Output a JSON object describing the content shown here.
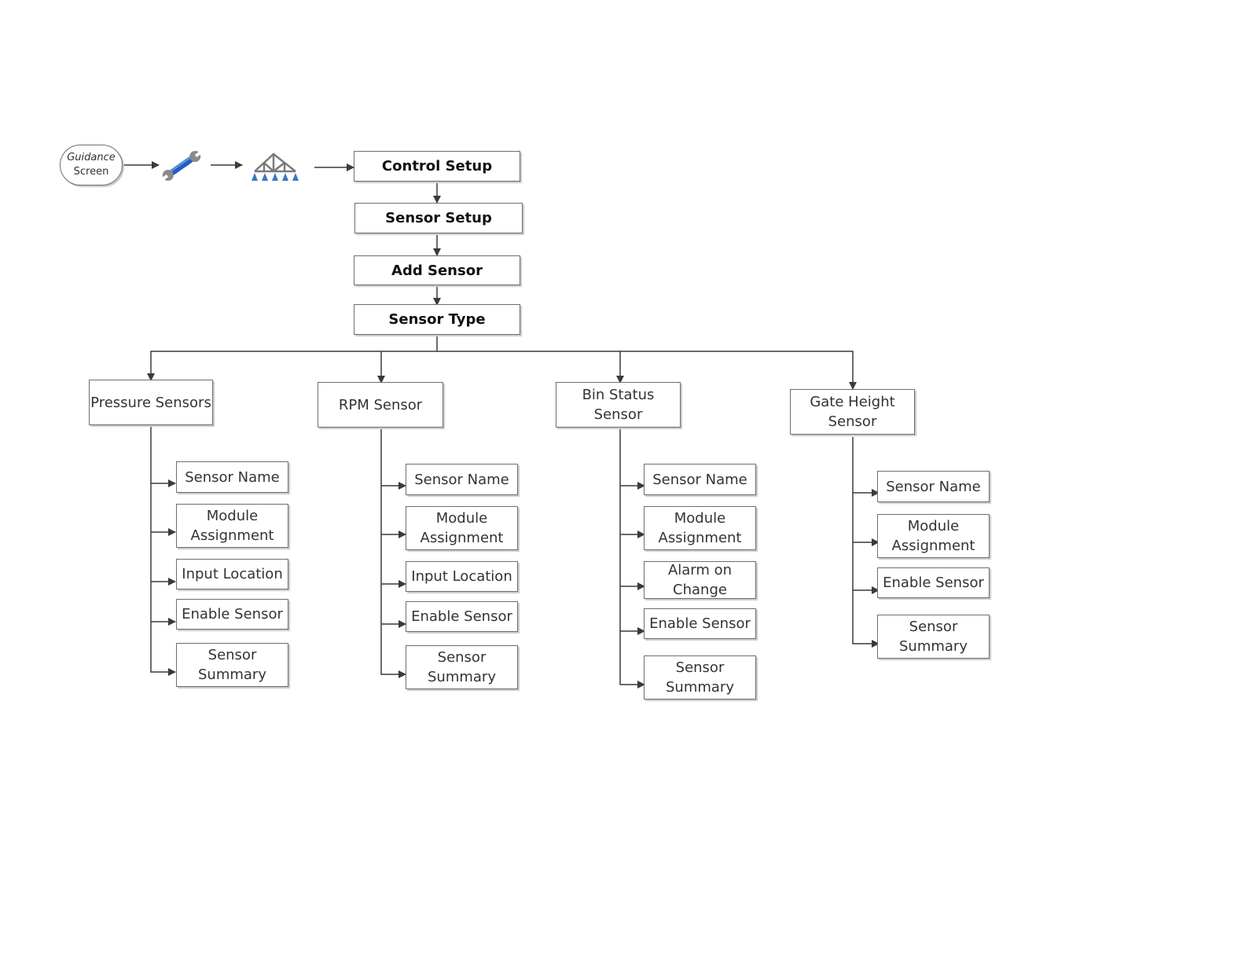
{
  "start": {
    "line1": "Guidance",
    "line2": "Screen"
  },
  "icons": {
    "tools": "wrench-icon",
    "machine": "sprayer-boom-icon",
    "accent": "#1f5fc0",
    "boom_color": "#3a78c4"
  },
  "flow": {
    "control_setup": "Control Setup",
    "sensor_setup": "Sensor Setup",
    "add_sensor": "Add Sensor",
    "sensor_type": "Sensor Type"
  },
  "sensors": [
    {
      "title": "Pressure Sensors",
      "items": [
        "Sensor Name",
        "Module\nAssignment",
        "Input Location",
        "Enable Sensor",
        "Sensor\nSummary"
      ]
    },
    {
      "title": "RPM Sensor",
      "items": [
        "Sensor Name",
        "Module\nAssignment",
        "Input Location",
        "Enable Sensor",
        "Sensor\nSummary"
      ]
    },
    {
      "title": "Bin Status Sensor",
      "items": [
        "Sensor Name",
        "Module\nAssignment",
        "Alarm on\nChange",
        "Enable Sensor",
        "Sensor\nSummary"
      ]
    },
    {
      "title": "Gate Height\nSensor",
      "items": [
        "Sensor Name",
        "Module\nAssignment",
        "Enable Sensor",
        "Sensor\nSummary"
      ]
    }
  ]
}
